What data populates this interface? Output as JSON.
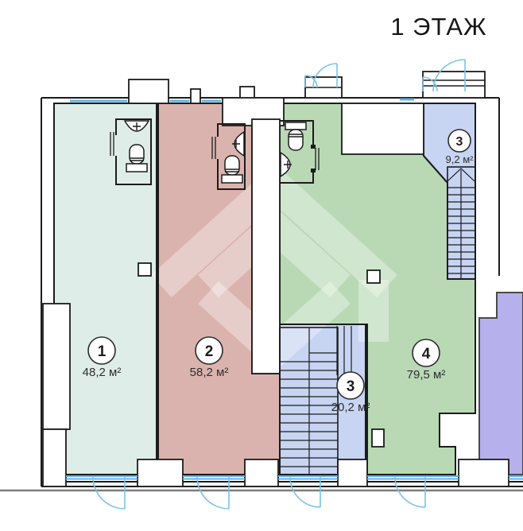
{
  "title": "1 ЭТАЖ",
  "rooms": [
    {
      "number": "1",
      "area": "48,2 м²",
      "color": "#dfede8"
    },
    {
      "number": "2",
      "area": "58,2 м²",
      "color": "#dbb3ae"
    },
    {
      "number": "3",
      "area": "9,2 м²",
      "color": "#c7d4f2"
    },
    {
      "number": "3",
      "area": "20,2 м²",
      "color": "#c7d4f2"
    },
    {
      "number": "4",
      "area": "79,5 м²",
      "color": "#b9d9b5"
    }
  ],
  "colors": {
    "wall": "#1c1c1c",
    "partial_room": "#b6b0ec",
    "partial_room_outline": "#4a4a4a",
    "window": "#5fb4dd",
    "door": "#7cc3e6",
    "street_line": "#7d7d7d",
    "watermark": "rgba(255,255,255,0.34)"
  }
}
